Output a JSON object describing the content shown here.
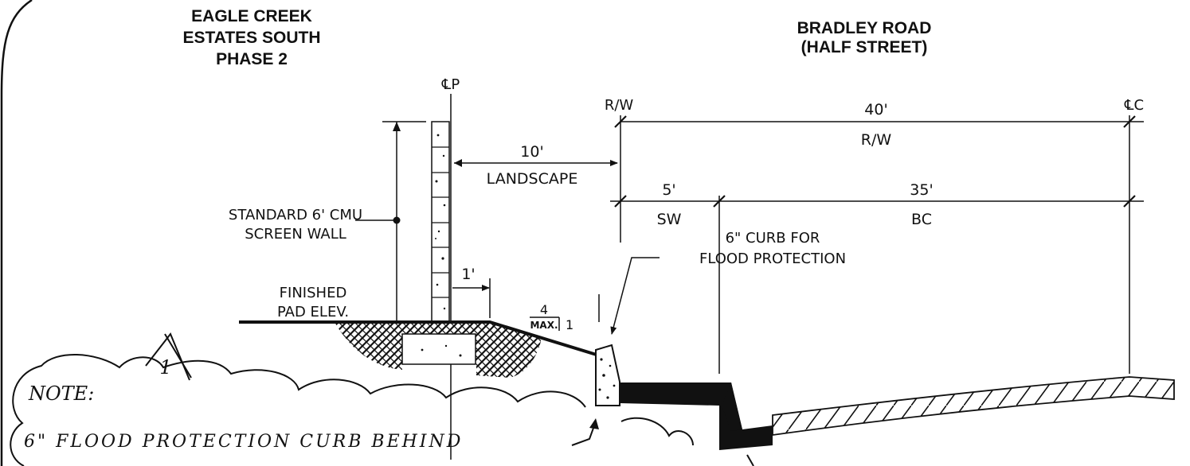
{
  "subdivision_title": {
    "line1": "EAGLE CREEK",
    "line2": "ESTATES SOUTH",
    "line3": "PHASE 2"
  },
  "road_title": {
    "line1": "BRADLEY ROAD",
    "line2": "(HALF STREET)"
  },
  "markers": {
    "property_line": "℄P",
    "right_of_way": "R/W",
    "centerline": "℄C"
  },
  "dimensions": {
    "row_width": "40'",
    "row_label": "R/W",
    "landscape_width": "10'",
    "landscape_label": "LANDSCAPE",
    "sidewalk_width": "5'",
    "sidewalk_label": "SW",
    "bc_width": "35'",
    "bc_label": "BC",
    "offset": "1'",
    "slope_run": "4",
    "slope_max": "MAX.",
    "slope_rise": "1"
  },
  "callouts": {
    "wall_line1": "STANDARD 6' CMU",
    "wall_line2": "SCREEN WALL",
    "pad_line1": "FINISHED",
    "pad_line2": "PAD ELEV.",
    "curb_line1": "6\" CURB FOR",
    "curb_line2": "FLOOD PROTECTION"
  },
  "revision": {
    "number": "1"
  },
  "note": {
    "heading": "NOTE:",
    "text": "6\" FLOOD PROTECTION CURB BEHIND"
  }
}
